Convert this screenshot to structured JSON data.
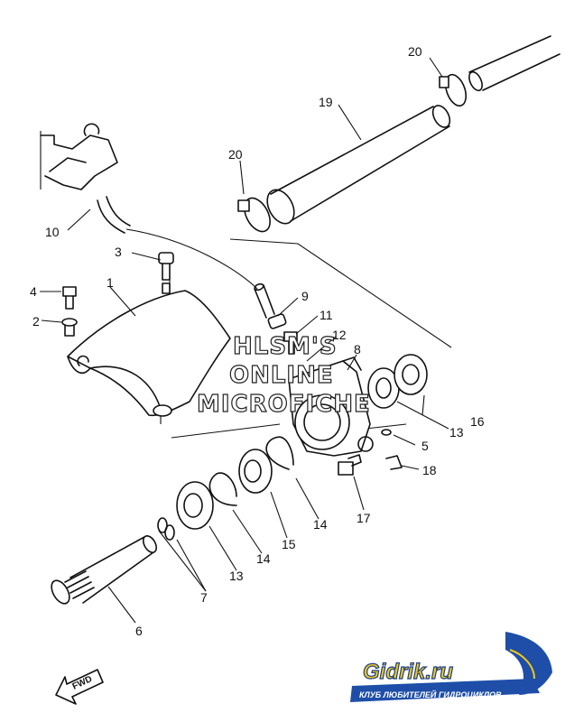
{
  "callouts": [
    {
      "id": "1",
      "text": "1"
    },
    {
      "id": "2",
      "text": "2"
    },
    {
      "id": "3",
      "text": "3"
    },
    {
      "id": "4",
      "text": "4"
    },
    {
      "id": "5",
      "text": "5"
    },
    {
      "id": "6",
      "text": "6"
    },
    {
      "id": "7",
      "text": "7"
    },
    {
      "id": "8",
      "text": "8"
    },
    {
      "id": "9",
      "text": "9"
    },
    {
      "id": "10",
      "text": "10"
    },
    {
      "id": "11",
      "text": "11"
    },
    {
      "id": "12",
      "text": "12"
    },
    {
      "id": "13a",
      "text": "13"
    },
    {
      "id": "13b",
      "text": "13"
    },
    {
      "id": "14a",
      "text": "14"
    },
    {
      "id": "14b",
      "text": "14"
    },
    {
      "id": "15",
      "text": "15"
    },
    {
      "id": "16",
      "text": "16"
    },
    {
      "id": "17",
      "text": "17"
    },
    {
      "id": "18",
      "text": "18"
    },
    {
      "id": "19",
      "text": "19"
    },
    {
      "id": "20a",
      "text": "20"
    },
    {
      "id": "20b",
      "text": "20"
    }
  ],
  "watermark": {
    "line1": "HLSM'S",
    "line2": "ONLINE",
    "line3": "MICROFICHE"
  },
  "fwd_marker": "FWD",
  "logo": {
    "main": "Gidrik.ru",
    "sub": "КЛУБ ЛЮБИТЕЛЕЙ ГИДРОЦИКЛОВ",
    "colors": {
      "fill": "#f2c811",
      "outline": "#1a3f8f",
      "badge": "#1e4ea8"
    }
  }
}
